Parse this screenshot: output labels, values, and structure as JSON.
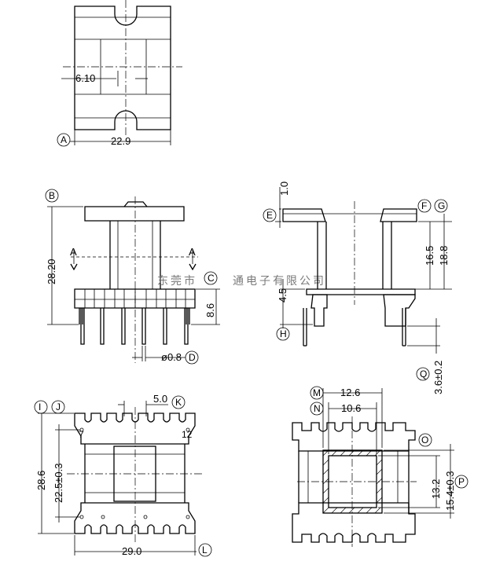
{
  "dimensions": {
    "top_slot": "6.10",
    "top_width": "22.9",
    "side_height": "28.20",
    "base_height": "8.6",
    "pin_dia": "ø0.8",
    "flange": "1.0",
    "wind_h1": "16.5",
    "wind_h2": "18.8",
    "step_h": "4.5",
    "pin_len": "3.6±0.2",
    "pitch": "5.0",
    "pin_row": "22.5±0.3",
    "total_len": "28.6",
    "base_width": "29.0",
    "outer_w": "12.6",
    "inner_w": "10.6",
    "inner_h": "13.2",
    "outer_h": "15.4±0.3"
  },
  "pin_numbers": {
    "first": "7",
    "last": "12"
  },
  "section_marks": {
    "left": "A",
    "right": "A"
  },
  "callouts": [
    "A",
    "B",
    "C",
    "D",
    "E",
    "F",
    "G",
    "H",
    "I",
    "J",
    "K",
    "L",
    "M",
    "N",
    "O",
    "P",
    "Q"
  ],
  "watermark": "东莞市",
  "watermark2": "通电子有限公司"
}
